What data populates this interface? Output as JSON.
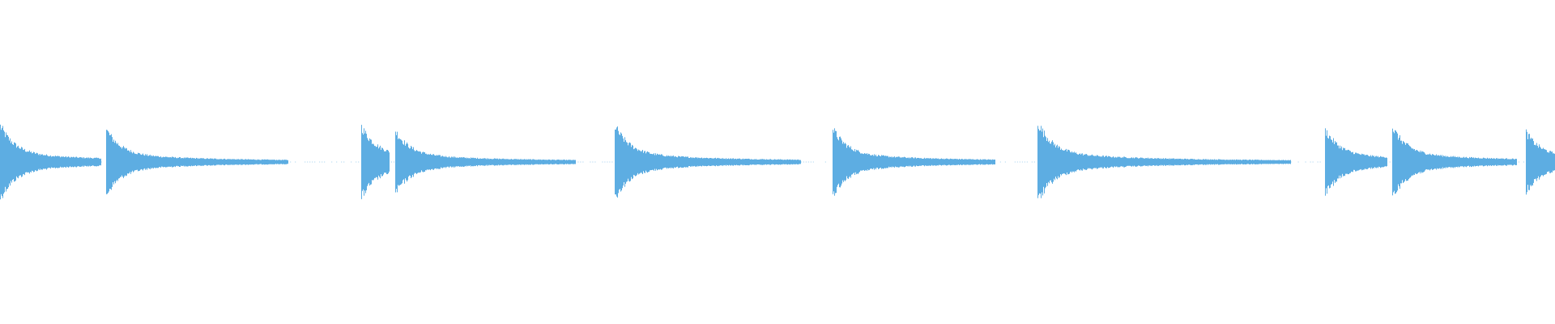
{
  "waveform": {
    "color": "#5dade2",
    "transient_onsets": [
      0.0,
      0.068,
      0.232,
      0.254,
      0.395,
      0.535,
      0.667,
      0.852,
      0.895,
      0.981
    ],
    "transient_peaks": [
      0.9,
      0.82,
      0.9,
      0.78,
      0.92,
      0.85,
      1.0,
      0.8,
      0.88,
      0.75
    ],
    "decay_tail_end": [
      0.065,
      0.185,
      0.25,
      0.37,
      0.515,
      0.64,
      0.83,
      0.892,
      0.975,
      1.0
    ]
  }
}
